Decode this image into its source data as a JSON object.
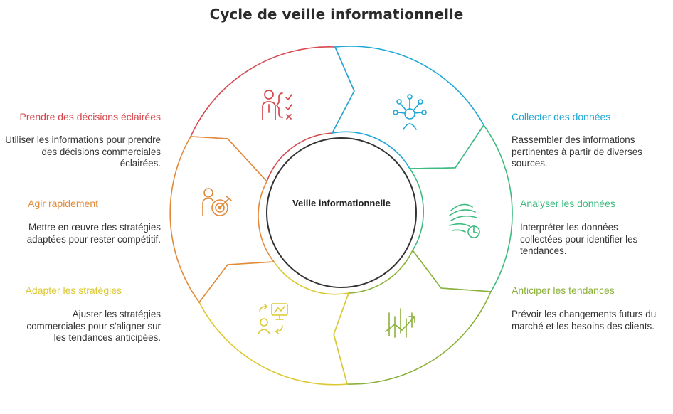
{
  "title": "Cycle de veille informationnelle",
  "center": "Veille informationnelle",
  "colors": {
    "red": "#d6484d",
    "blue": "#1ea7d6",
    "green": "#3dbb7e",
    "lime": "#8bb13a",
    "yellow": "#dcc82f",
    "orange": "#e08a3a"
  },
  "stages": [
    {
      "title": "Prendre des décisions éclairées",
      "desc": "Utiliser les informations pour prendre des décisions commerciales éclairées.",
      "color": "#d6484d",
      "icon": "decision-person-icon"
    },
    {
      "title": "Collecter des données",
      "desc": "Rassembler des informations pertinentes à partir de diverses sources.",
      "color": "#1ea7d6",
      "icon": "network-collect-icon"
    },
    {
      "title": "Analyser les données",
      "desc": "Interpréter les données collectées pour identifier les tendances.",
      "color": "#3dbb7e",
      "icon": "analysis-flow-icon"
    },
    {
      "title": "Anticiper les tendances",
      "desc": "Prévoir les changements futurs du marché et les besoins des clients.",
      "color": "#8bb13a",
      "icon": "trend-chart-icon"
    },
    {
      "title": "Adapter les stratégies",
      "desc": "Ajuster les stratégies commerciales pour s'aligner sur les tendances anticipées.",
      "color": "#dcc82f",
      "icon": "adapt-strategy-icon"
    },
    {
      "title": "Agir rapidement",
      "desc": "Mettre en œuvre des stratégies adaptées pour rester compétitif.",
      "color": "#e08a3a",
      "icon": "target-person-icon"
    }
  ]
}
